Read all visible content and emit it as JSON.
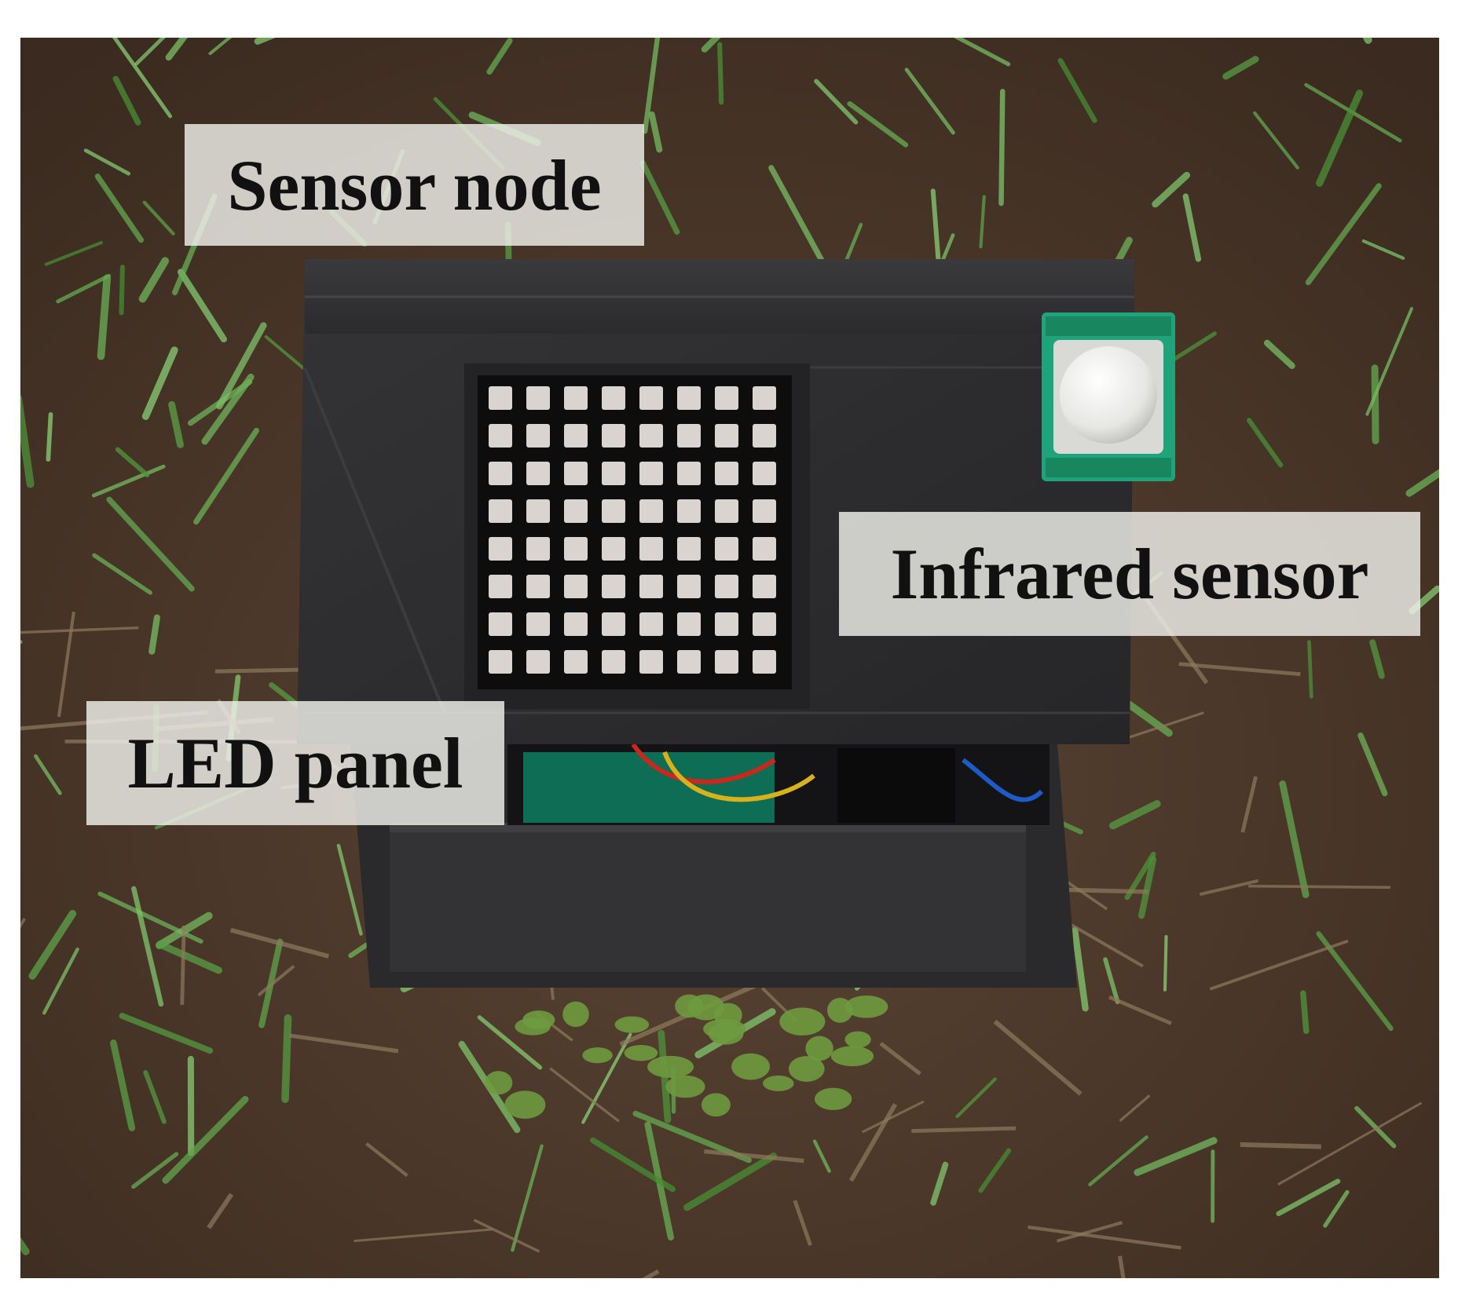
{
  "labels": {
    "sensor_node": "Sensor node",
    "infrared_sensor": "Infrared sensor",
    "led_panel": "LED panel"
  },
  "device": {
    "enclosure_color": "#2e2e30",
    "led_matrix_rows": 8,
    "led_matrix_cols": 8,
    "led_color": "#d9d4cf",
    "pcb_color": "#1fa37a"
  },
  "scene": {
    "soil_color": "#4a3526",
    "grass_color": "#7aa05a"
  }
}
